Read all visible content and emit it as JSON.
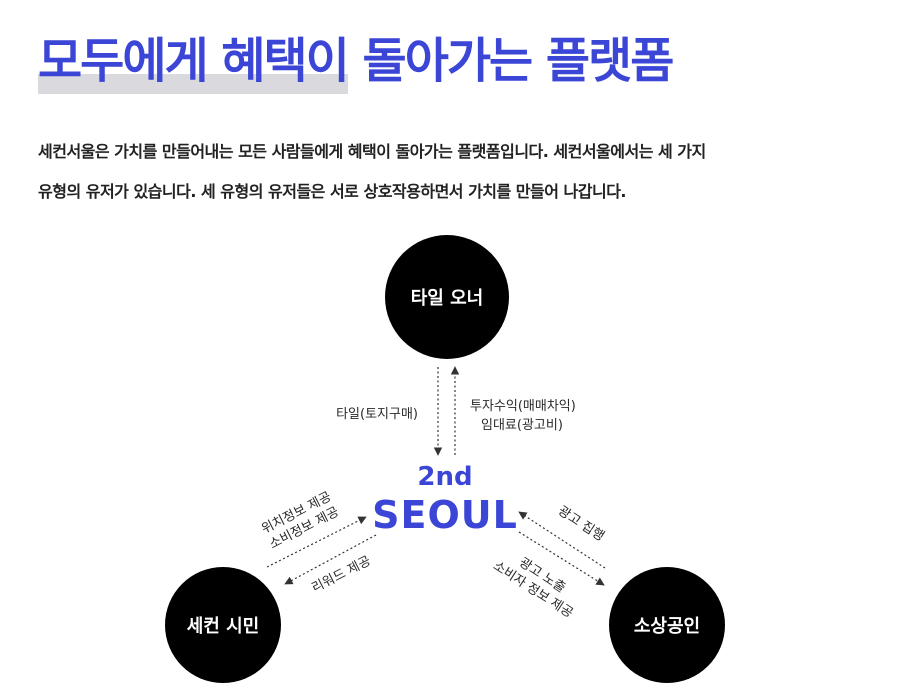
{
  "header": {
    "title": "모두에게 혜택이 돌아가는 플랫폼"
  },
  "description": {
    "line1": "세컨서울은 가치를 만들어내는 모든 사람들에게 혜택이 돌아가는 플랫폼입니다. 세컨서울에서는 세 가지",
    "line2": "유형의 유저가 있습니다. 세 유형의 유저들은 서로 상호작용하면서 가치를 만들어 나갑니다."
  },
  "diagram": {
    "center": {
      "line1": "2nd",
      "line2": "SEOUL"
    },
    "nodes": {
      "tile_owner": "타일 오너",
      "citizen": "세컨 시민",
      "merchant": "소상공인"
    },
    "edges": {
      "center_to_owner": "투자수익(매매차익)",
      "center_to_owner_2": "임대료(광고비)",
      "owner_to_center": "타일(토지구매)",
      "citizen_to_center": "위치정보 제공",
      "citizen_to_center_2": "소비정보 제공",
      "center_to_citizen": "리워드 제공",
      "merchant_to_center": "광고 집행",
      "center_to_merchant": "광고 노출",
      "center_to_merchant_2": "소비자 정보 제공"
    },
    "colors": {
      "accent": "#3b45d6",
      "node_fill": "#000000",
      "node_text": "#ffffff",
      "title_highlight": "#d9d9de"
    }
  }
}
